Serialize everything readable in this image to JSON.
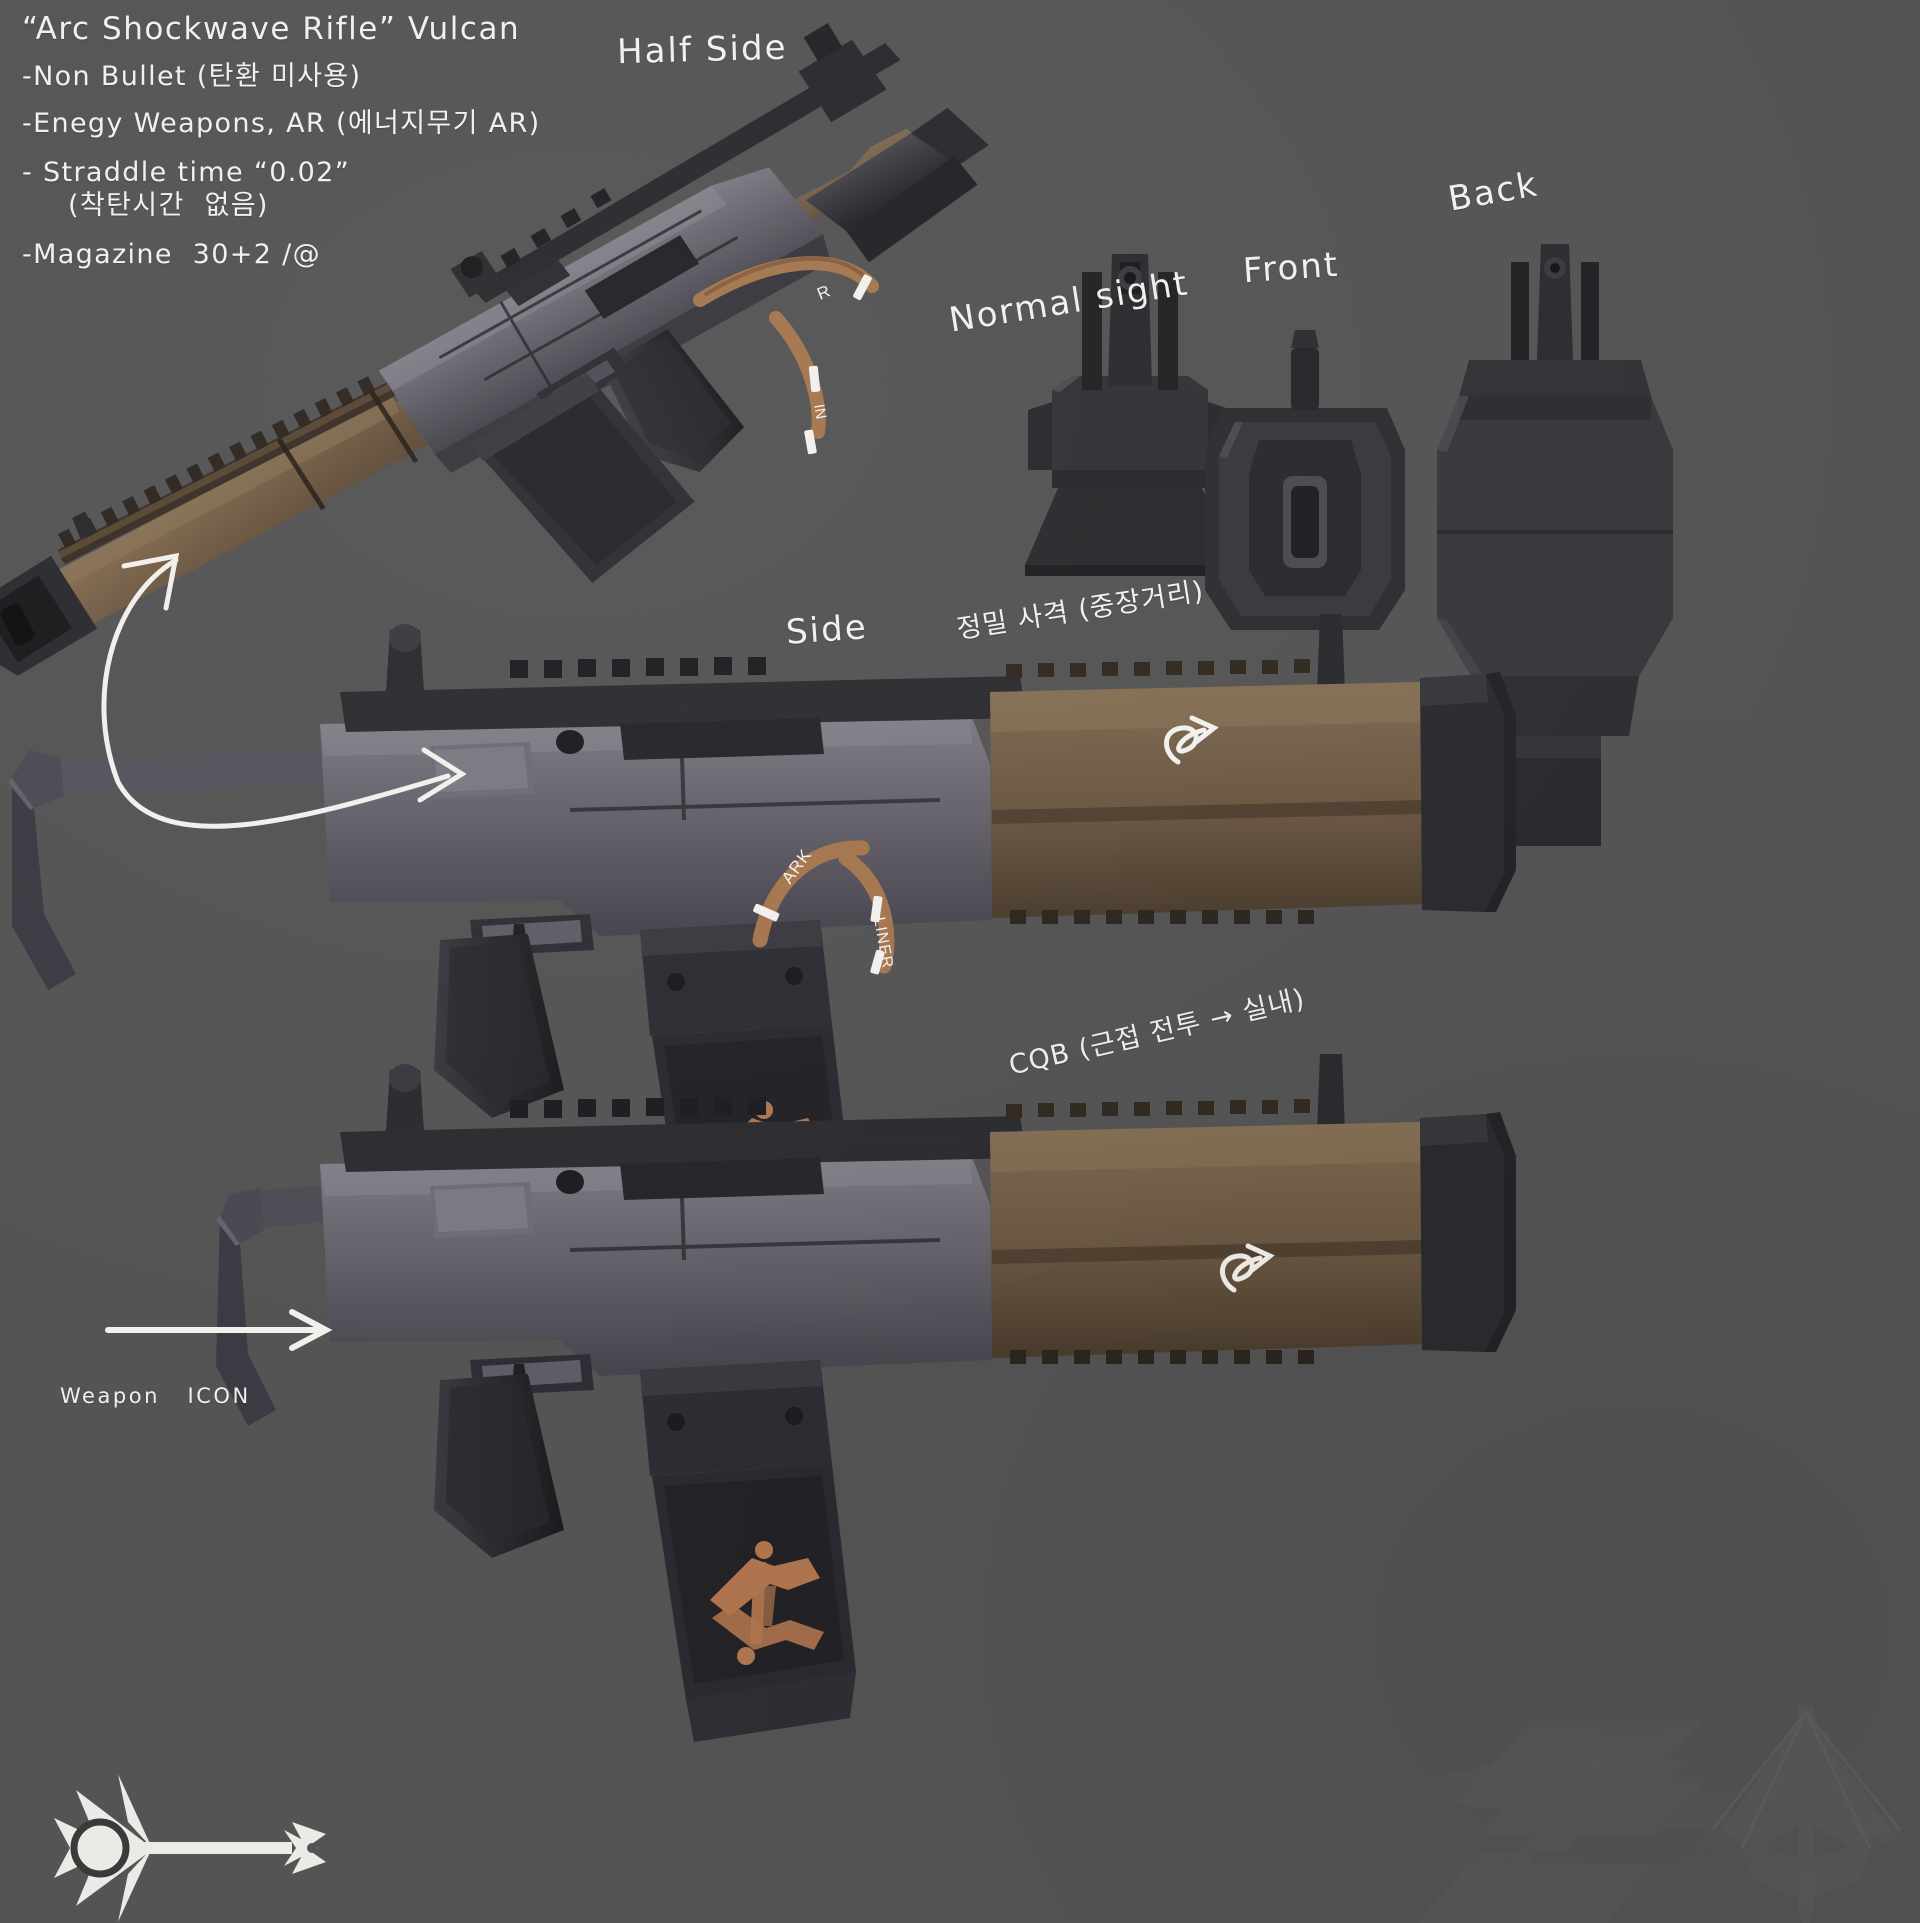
{
  "sheet": {
    "background_color": "#545454",
    "ink_color": "#f2f0ec",
    "accent_copper": "#b07a52",
    "metal_dark": "#2b2b2d",
    "metal_mid": "#6b6870",
    "handguard_brown": "#6e5a46"
  },
  "spec": {
    "title": "“Arc Shockwave Rifle” Vulcan",
    "line1": "-Non Bullet (탄환 미사용)",
    "line2": "-Enegy Weapons, AR (에너지무기 AR)",
    "line3": "- Straddle time “0.02”",
    "line3b": "(착탄시간  없음)",
    "line4": "-Magazine  30+2 /@"
  },
  "view_labels": {
    "half_side": "Half Side",
    "normal_sight": "Normal sight",
    "front": "Front",
    "back": "Back",
    "side": "Side",
    "weapon_icon": "Weapon   ICON"
  },
  "annotations": {
    "sight_note": "정밀 사격 (중장거리)",
    "cqb_note": "CQB (근접 전투 → 실내)"
  },
  "decals": {
    "arc_text": "ARK",
    "liner_text": "LINER"
  },
  "watermarks": {
    "hex_logo": "hex-z-logo",
    "spear_logo": "spearhead-logo"
  }
}
